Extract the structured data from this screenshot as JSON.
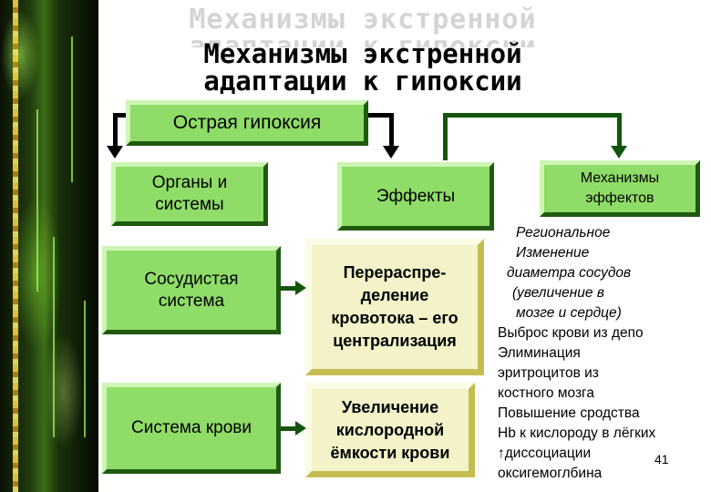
{
  "title": {
    "line1": "Механизмы экстренной",
    "line2": "адаптации к гипоксии"
  },
  "boxes": {
    "acute": "Острая гипоксия",
    "organs_line1": "Органы и",
    "organs_line2": "системы",
    "effects": "Эффекты",
    "mechanisms_line1": "Механизмы",
    "mechanisms_line2": "эффектов",
    "vascular_line1": "Сосудистая",
    "vascular_line2": "система",
    "redistribution_line1": "Перераспре-",
    "redistribution_line2": "деление",
    "redistribution_line3": "кровотока – его",
    "redistribution_line4": "централизация",
    "blood": "Система крови",
    "capacity_line1": "Увеличение",
    "capacity_line2": "кислородной",
    "capacity_line3": "ёмкости крови"
  },
  "mechanisms_text": {
    "lines_italic": [
      "Региональное",
      "Изменение",
      "диаметра сосудов",
      "(увеличение в",
      "мозге и сердце)"
    ],
    "lines_normal": [
      "Выброс крови из депо",
      "Элиминация",
      "эритроцитов из",
      "костного мозга",
      "Повышение сродства",
      "Hb к кислороду в лёгких",
      "↑диссоциации",
      "оксигемоглбина"
    ]
  },
  "page_number": "41",
  "colors": {
    "green_box": "#8fdc68",
    "gold_box": "#f4f2c8",
    "arrow_green": "#14550d"
  }
}
